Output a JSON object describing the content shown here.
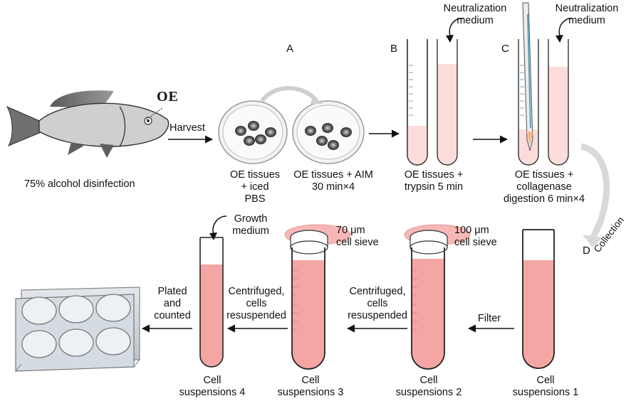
{
  "step_labels": {
    "a": "A",
    "b": "B",
    "c": "C",
    "d": "D"
  },
  "fish": {
    "organ_label": "OE",
    "caption": "75% alcohol disinfection",
    "arrow_label": "Harvest"
  },
  "dishes": {
    "dish1_caption": [
      "OE tissues",
      "+ iced",
      "PBS"
    ],
    "dish2_caption": [
      "OE tissues + AIM",
      "30 min×4"
    ]
  },
  "trypsin_step": {
    "medium_label": [
      "Neutralization",
      "medium"
    ],
    "caption": [
      "OE tissues +",
      "trypsin 5 min"
    ]
  },
  "collagenase_step": {
    "medium_label": [
      "Neutralization",
      "medium"
    ],
    "caption": [
      "OE tissues +",
      "collagenase",
      "digestion  6 min×4"
    ]
  },
  "collection_label": "Collection",
  "bottom_row": {
    "suspension1": [
      "Cell",
      "suspensions 1"
    ],
    "filter_label": "Filter",
    "sieve100": [
      "100 μm",
      "cell sieve"
    ],
    "suspension2": [
      "Cell",
      "suspensions 2"
    ],
    "centrifuge1": [
      "Centrifuged,",
      "cells",
      "resuspended"
    ],
    "sieve70": [
      "70 μm",
      "cell sieve"
    ],
    "suspension3": [
      "Cell",
      "suspensions 3"
    ],
    "centrifuge2": [
      "Centrifuged,",
      "cells",
      "resuspended"
    ],
    "growth_medium": [
      "Growth",
      "medium"
    ],
    "suspension4": [
      "Cell",
      "suspensions 4"
    ],
    "plated": [
      "Plated",
      "and",
      "counted"
    ]
  },
  "colors": {
    "light_pink": "#fbe0df",
    "medium_pink": "#f2a5a3",
    "deep_pink": "#f08f8d",
    "fish_body": "#c9c9c9",
    "dish_edge": "#9a9a9a",
    "arrow": "#111111"
  }
}
